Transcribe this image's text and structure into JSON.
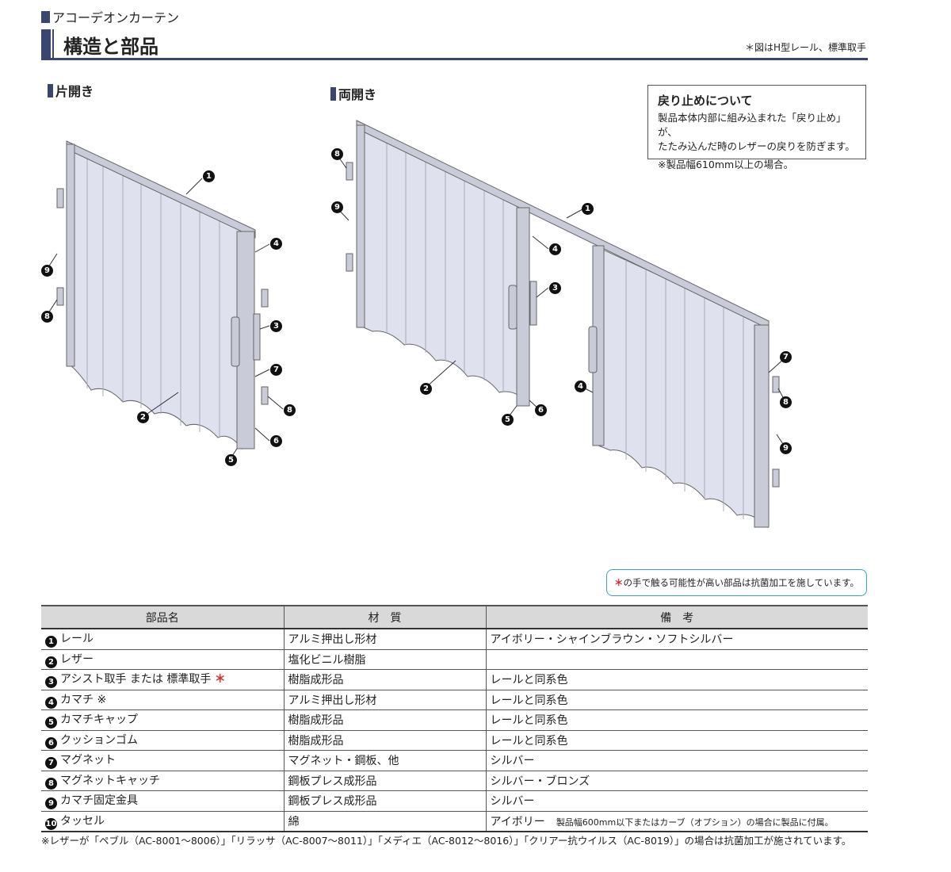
{
  "header": {
    "category": "アコーデオンカーテン",
    "title": "構造と部品",
    "note": "＊図はH型レール、標準取手"
  },
  "sections": {
    "single": "片開き",
    "double": "両開き"
  },
  "info": {
    "heading": "戻り止めについて",
    "line1": "製品本体内部に組み込まれた「戻り止め」が、",
    "line2": "たたみ込んだ時のレザーの戻りを防ぎます。",
    "note": "※製品幅610mm以上の場合。"
  },
  "antibacterial": {
    "mark": "＊",
    "text": "の手で触る可能性が高い部品は抗菌加工を施しています。"
  },
  "markers": [
    "1",
    "2",
    "3",
    "4",
    "5",
    "6",
    "7",
    "8",
    "9"
  ],
  "table": {
    "headers": [
      "部品名",
      "材　質",
      "備　考"
    ],
    "rows": [
      {
        "no": "1",
        "name": "レール",
        "mark": "",
        "material": "アルミ押出し形材",
        "note": "アイボリー・シャインブラウン・ソフトシルバー",
        "subnote": ""
      },
      {
        "no": "2",
        "name": "レザー",
        "mark": "",
        "material": "塩化ビニル樹脂",
        "note": "",
        "subnote": ""
      },
      {
        "no": "3",
        "name": "アシスト取手 または 標準取手",
        "mark": "＊",
        "material": "樹脂成形品",
        "note": "レールと同系色",
        "subnote": ""
      },
      {
        "no": "4",
        "name": "カマチ ※",
        "mark": "",
        "material": "アルミ押出し形材",
        "note": "レールと同系色",
        "subnote": ""
      },
      {
        "no": "5",
        "name": "カマチキャップ",
        "mark": "",
        "material": "樹脂成形品",
        "note": "レールと同系色",
        "subnote": ""
      },
      {
        "no": "6",
        "name": "クッションゴム",
        "mark": "",
        "material": "樹脂成形品",
        "note": "レールと同系色",
        "subnote": ""
      },
      {
        "no": "7",
        "name": "マグネット",
        "mark": "",
        "material": "マグネット・鋼板、他",
        "note": "シルバー",
        "subnote": ""
      },
      {
        "no": "8",
        "name": "マグネットキャッチ",
        "mark": "",
        "material": "鋼板プレス成形品",
        "note": "シルバー・ブロンズ",
        "subnote": ""
      },
      {
        "no": "9",
        "name": "カマチ固定金具",
        "mark": "",
        "material": "鋼板プレス成形品",
        "note": "シルバー",
        "subnote": ""
      },
      {
        "no": "10",
        "name": "タッセル",
        "mark": "",
        "material": "綿",
        "note": "アイボリー",
        "subnote": "製品幅600mm以下またはカーブ（オプション）の場合に製品に付属。"
      }
    ]
  },
  "footnote": "※レザーが「ペブル（AC-8001～8006）」「リラッサ（AC-8007～8011）」「メディエ（AC-8012～8016）」「クリアー抗ウイルス（AC-8019）」の場合は抗菌加工が施されています。"
}
